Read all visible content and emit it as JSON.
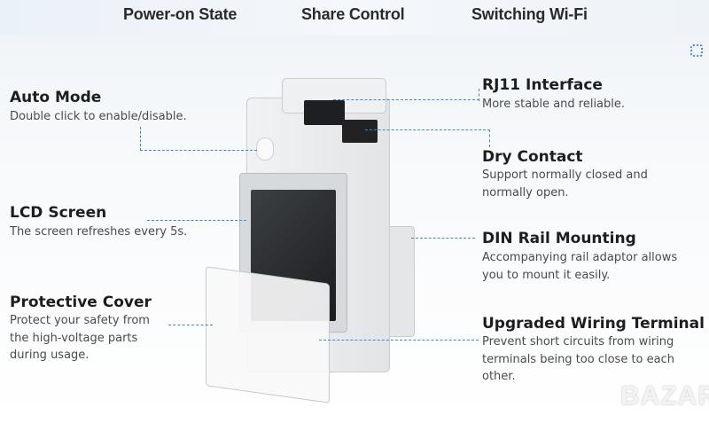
{
  "top_tabs": [
    "Power-on State",
    "Share Control",
    "Switching Wi-Fi"
  ],
  "features": {
    "auto_mode": {
      "title": "Auto Mode",
      "desc": [
        "Double click to enable/disable."
      ]
    },
    "lcd_screen": {
      "title": "LCD Screen",
      "desc": [
        "The screen refreshes every 5s."
      ]
    },
    "protective_cover": {
      "title": "Protective Cover",
      "desc": [
        "Protect your safety from",
        "the high-voltage parts",
        "during usage."
      ]
    },
    "rj11": {
      "title": "RJ11  Interface",
      "desc": [
        "More stable and reliable."
      ]
    },
    "dry_contact": {
      "title": "Dry Contact",
      "desc": [
        "Support normally closed and",
        "normally open."
      ]
    },
    "din_rail": {
      "title": "DIN Rail Mounting",
      "desc": [
        "Accompanying rail adaptor allows",
        "you to mount it easily."
      ]
    },
    "wiring": {
      "title": "Upgraded Wiring Terminal",
      "desc": [
        "Prevent short circuits from wiring",
        "terminals being too close to each",
        "other."
      ]
    }
  },
  "watermark": "BAZAR",
  "colors": {
    "accent": "#3a86dc"
  }
}
